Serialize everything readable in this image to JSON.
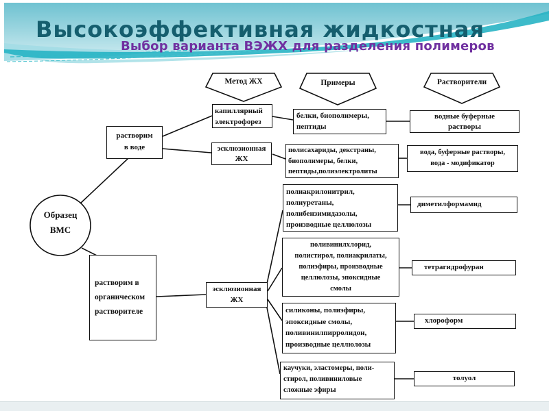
{
  "slide": {
    "title": "Высокоэффективная жидкостная",
    "subtitle": "Выбор варианта ВЭЖХ для разделения полимеров",
    "colors": {
      "title_text": "#155e6e",
      "subtitle_text": "#7030a0",
      "banner_teal_top": "#6fc2d1",
      "banner_teal_bottom": "#c6e8ee",
      "wave_swoosh": "#28b4c4",
      "box_border": "#111111"
    }
  },
  "diagram": {
    "column_headers": [
      {
        "label": "Метод ЖХ"
      },
      {
        "label": "Примеры"
      },
      {
        "label": "Растворители"
      }
    ],
    "sample_node": {
      "text": "Образец\nВМС"
    },
    "condition_nodes": [
      {
        "text": "растворим\nв воде"
      },
      {
        "text": "растворим в\nорганическом\nрастворителе"
      }
    ],
    "method_nodes": [
      {
        "text": "капиллярный\nэлектрофорез"
      },
      {
        "text": "эсклюзионная\nЖХ"
      },
      {
        "text": "эсклюзионная\nЖХ"
      }
    ],
    "example_nodes": [
      {
        "text": "белки, биополимеры,\nпептиды"
      },
      {
        "text": "полисахариды, декстраны,\nбиополимеры, белки,\nпептиды,полиэлектролиты"
      },
      {
        "text": "полиакрилонитрил,\nполиуретаны,\nполибензимидазолы,\nпроизводные целлюлозы"
      },
      {
        "text": "поливинилхлорид,\nполистирол, полиакрилаты,\nполиэфиры, производные\nцеллюлозы, эпоксидные\nсмолы"
      },
      {
        "text": "силиконы, полиэфиры,\nэпоксидные смолы,\nполивинилпирролидон,\nпроизводные целлюлозы"
      },
      {
        "text": "каучуки, эластомеры, поли-\nстирол, поливиниловые\nсложные эфиры"
      }
    ],
    "solvent_nodes": [
      {
        "text": "водные буферные\nрастворы"
      },
      {
        "text": "вода, буферные растворы,\nвода - модификатор"
      },
      {
        "text": "диметилформамид"
      },
      {
        "text": "тетрагидрофуран"
      },
      {
        "text": "хлороформ"
      },
      {
        "text": "толуол"
      }
    ]
  }
}
